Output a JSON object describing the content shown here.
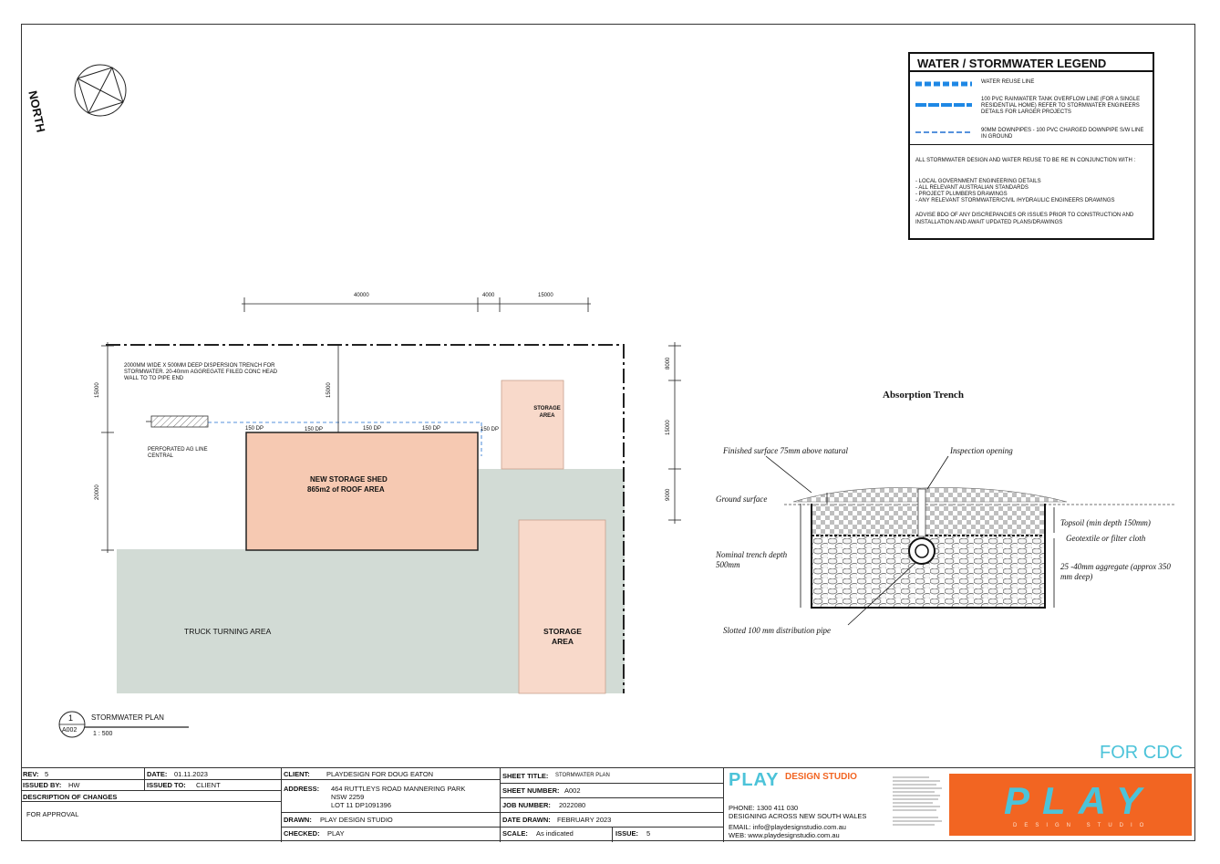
{
  "north_label": "NORTH",
  "legend": {
    "title": "WATER / STORMWATER LEGEND",
    "items": [
      {
        "label": "WATER REUSE LINE",
        "icon": "dotted-blue-line-icon"
      },
      {
        "label": "100 PVC RAINWATER TANK  OVERFLOW LINE (FOR A SINGLE  RESIDENTIAL HOME) REFER TO STORMWATER ENGINEERS DETAILS FOR LARGER PROJECTS",
        "icon": "thick-dashed-blue-line-icon"
      },
      {
        "label": "90MM DOWNPIPES - 100 PVC CHARGED DOWNPIPE S/W LINE IN GROUND",
        "icon": "thin-dashed-blue-line-icon"
      }
    ],
    "notes": [
      "ALL STORMWATER DESIGN AND WATER REUSE TO BE RE IN CONJUNCTION WITH :",
      "- LOCAL GOVERNMENT ENGINEERING DETAILS",
      "- ALL RELEVANT AUSTRALIAN STANDARDS",
      "- PROJECT PLUMBERS DRAWINGS",
      "- ANY RELEVANT STORMWATER/CIVIL /HYDRAULIC ENGINEERS DRAWINGS",
      "ADVISE BDO OF ANY DISCREPANCIES OR ISSUES PRIOR TO CONSTRUCTION AND INSTALLATION AND AWAIT UPDATED PLANS/DRAWINGS"
    ]
  },
  "plan": {
    "dims_top": [
      "40000",
      "4000",
      "15000"
    ],
    "dims_right": [
      "8000",
      "15000",
      "9000"
    ],
    "dim_left_upper": "15000",
    "dim_left_lower": "20000",
    "dim_mid": "15000",
    "trench_note": "2000MM WIDE X 500MM DEEP DISPERSION TRENCH FOR STORMWATER. 20-40mm AGGREGATE FIILED CONC HEAD WALL TO TO PIPE END",
    "ag_line_note": "PERFORATED AG LINE CENTRAL",
    "downpipes": [
      "150 DP",
      "150 DP",
      "150 DP",
      "150 DP",
      "150 DP"
    ],
    "shed_label_1": "NEW STORAGE SHED",
    "shed_label_2": "865m2 of ROOF AREA",
    "storage_small": "STORAGE AREA",
    "storage_large": "STORAGE AREA",
    "truck_area": "TRUCK TURNING AREA"
  },
  "trench": {
    "title": "Absorption Trench",
    "finished_surface": "Finished surface 75mm above natural",
    "inspection": "Inspection opening",
    "ground": "Ground surface",
    "topsoil": "Topsoil (min depth 150mm)",
    "geotextile": "Geotextile or filter cloth",
    "nominal": "Nominal trench depth 500mm",
    "aggregate": "25 -40mm aggregate (approx 350 mm deep)",
    "pipe": "Slotted 100 mm distribution pipe"
  },
  "view_tag": {
    "number": "1",
    "sheet": "A002",
    "title": "STORMWATER PLAN",
    "scale": "1 : 500"
  },
  "for_cdc": "FOR CDC",
  "title_block": {
    "rev_label": "REV:",
    "rev": "5",
    "date_label": "DATE:",
    "date": "01.11.2023",
    "issued_by_label": "ISSUED BY:",
    "issued_by": "HW",
    "issued_to_label": "ISSUED TO:",
    "issued_to": "CLIENT",
    "desc_label": "DESCRIPTION OF CHANGES",
    "desc": "FOR APPROVAL",
    "client_label": "CLIENT:",
    "client": "PLAYDESIGN FOR DOUG EATON",
    "address_label": "ADDRESS:",
    "address_lines": [
      "464 RUTTLEYS ROAD MANNERING PARK",
      "NSW  2259",
      "LOT 11 DP1091396"
    ],
    "drawn_label": "DRAWN:",
    "drawn": "PLAY DESIGN STUDIO",
    "checked_label": "CHECKED:",
    "checked": "PLAY",
    "sheet_title_label": "SHEET TITLE:",
    "sheet_title": "STORMWATER PLAN",
    "sheet_number_label": "SHEET NUMBER:",
    "sheet_number": "A002",
    "job_number_label": "JOB NUMBER:",
    "job_number": "2022080",
    "date_drawn_label": "DATE DRAWN:",
    "date_drawn": "FEBRUARY 2023",
    "scale_label": "SCALE:",
    "scale": "As indicated",
    "issue_label": "ISSUE:",
    "issue": "5",
    "studio_play": "PLAY",
    "studio_design": "DESIGN STUDIO",
    "phone": "PHONE: 1300 411 030",
    "tagline": "DESIGNING ACROSS NEW SOUTH WALES",
    "email": "EMAIL: info@playdesignstudio.com.au",
    "web": "WEB: www.playdesignstudio.com.au",
    "logo_text": "PLAY",
    "logo_sub": "DESIGN STUDIO"
  },
  "colors": {
    "shed": "#f6c9b2",
    "storage": "#f8d9ca",
    "paving": "#d2dbd5",
    "water_blue": "#1e88e5",
    "cdc": "#4cc3d9",
    "logo_bg": "#f26522",
    "logo_fg": "#4cc3d9"
  }
}
